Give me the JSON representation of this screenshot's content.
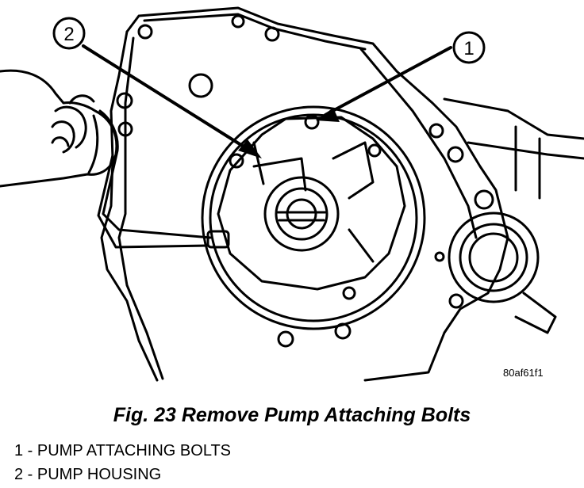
{
  "callouts": [
    {
      "number": "1"
    },
    {
      "number": "2"
    }
  ],
  "figure_code": "80af61f1",
  "caption": "Fig. 23 Remove Pump Attaching Bolts",
  "legend": [
    {
      "text": "1 - PUMP ATTACHING BOLTS"
    },
    {
      "text": "2 - PUMP HOUSING"
    }
  ]
}
